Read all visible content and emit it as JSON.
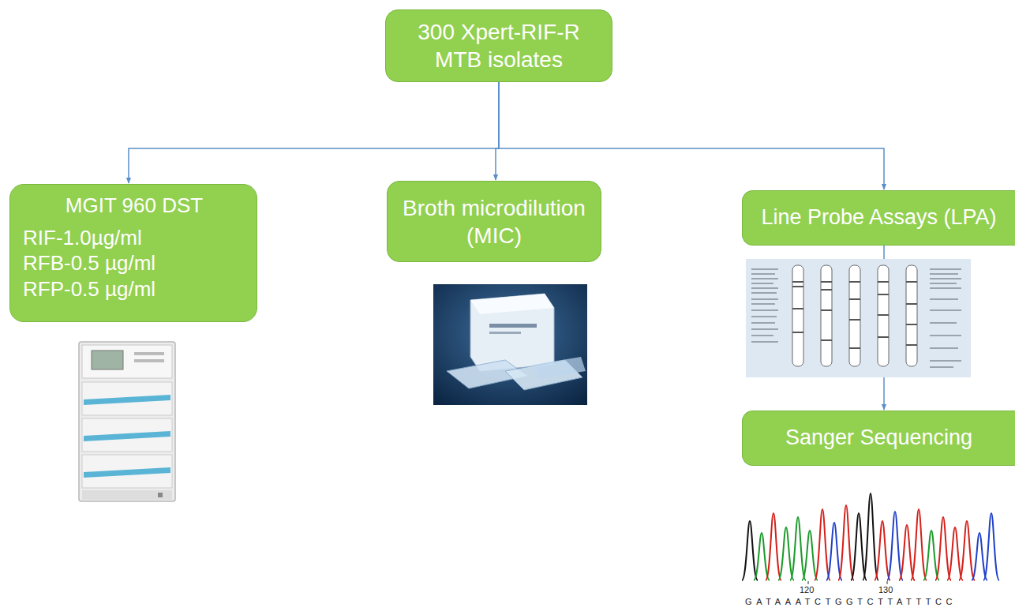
{
  "diagram": {
    "nodes": [
      {
        "text": [
          "300 Xpert-RIF-R MTB isolates"
        ]
      },
      {
        "text": [
          "MGIT 960 DST",
          "RIF-1.0µg/ml",
          "RFB-0.5 µg/ml",
          "RFP-0.5 µg/ml"
        ]
      },
      {
        "text": [
          "Broth microdilution (MIC)"
        ]
      },
      {
        "text": [
          "Line Probe Assays (LPA)"
        ]
      },
      {
        "text": [
          "Sanger Sequencing"
        ]
      }
    ],
    "edges": [
      {
        "from": 0,
        "to": 1,
        "arrow": "to"
      },
      {
        "from": 0,
        "to": 2,
        "arrow": "to"
      },
      {
        "from": 0,
        "to": 3,
        "arrow": "to"
      },
      {
        "from": 3,
        "to": 4,
        "arrow": "to"
      }
    ],
    "labels": [
      "120",
      "130",
      "GATAAATCTGGTCTTATTTCC"
    ]
  }
}
